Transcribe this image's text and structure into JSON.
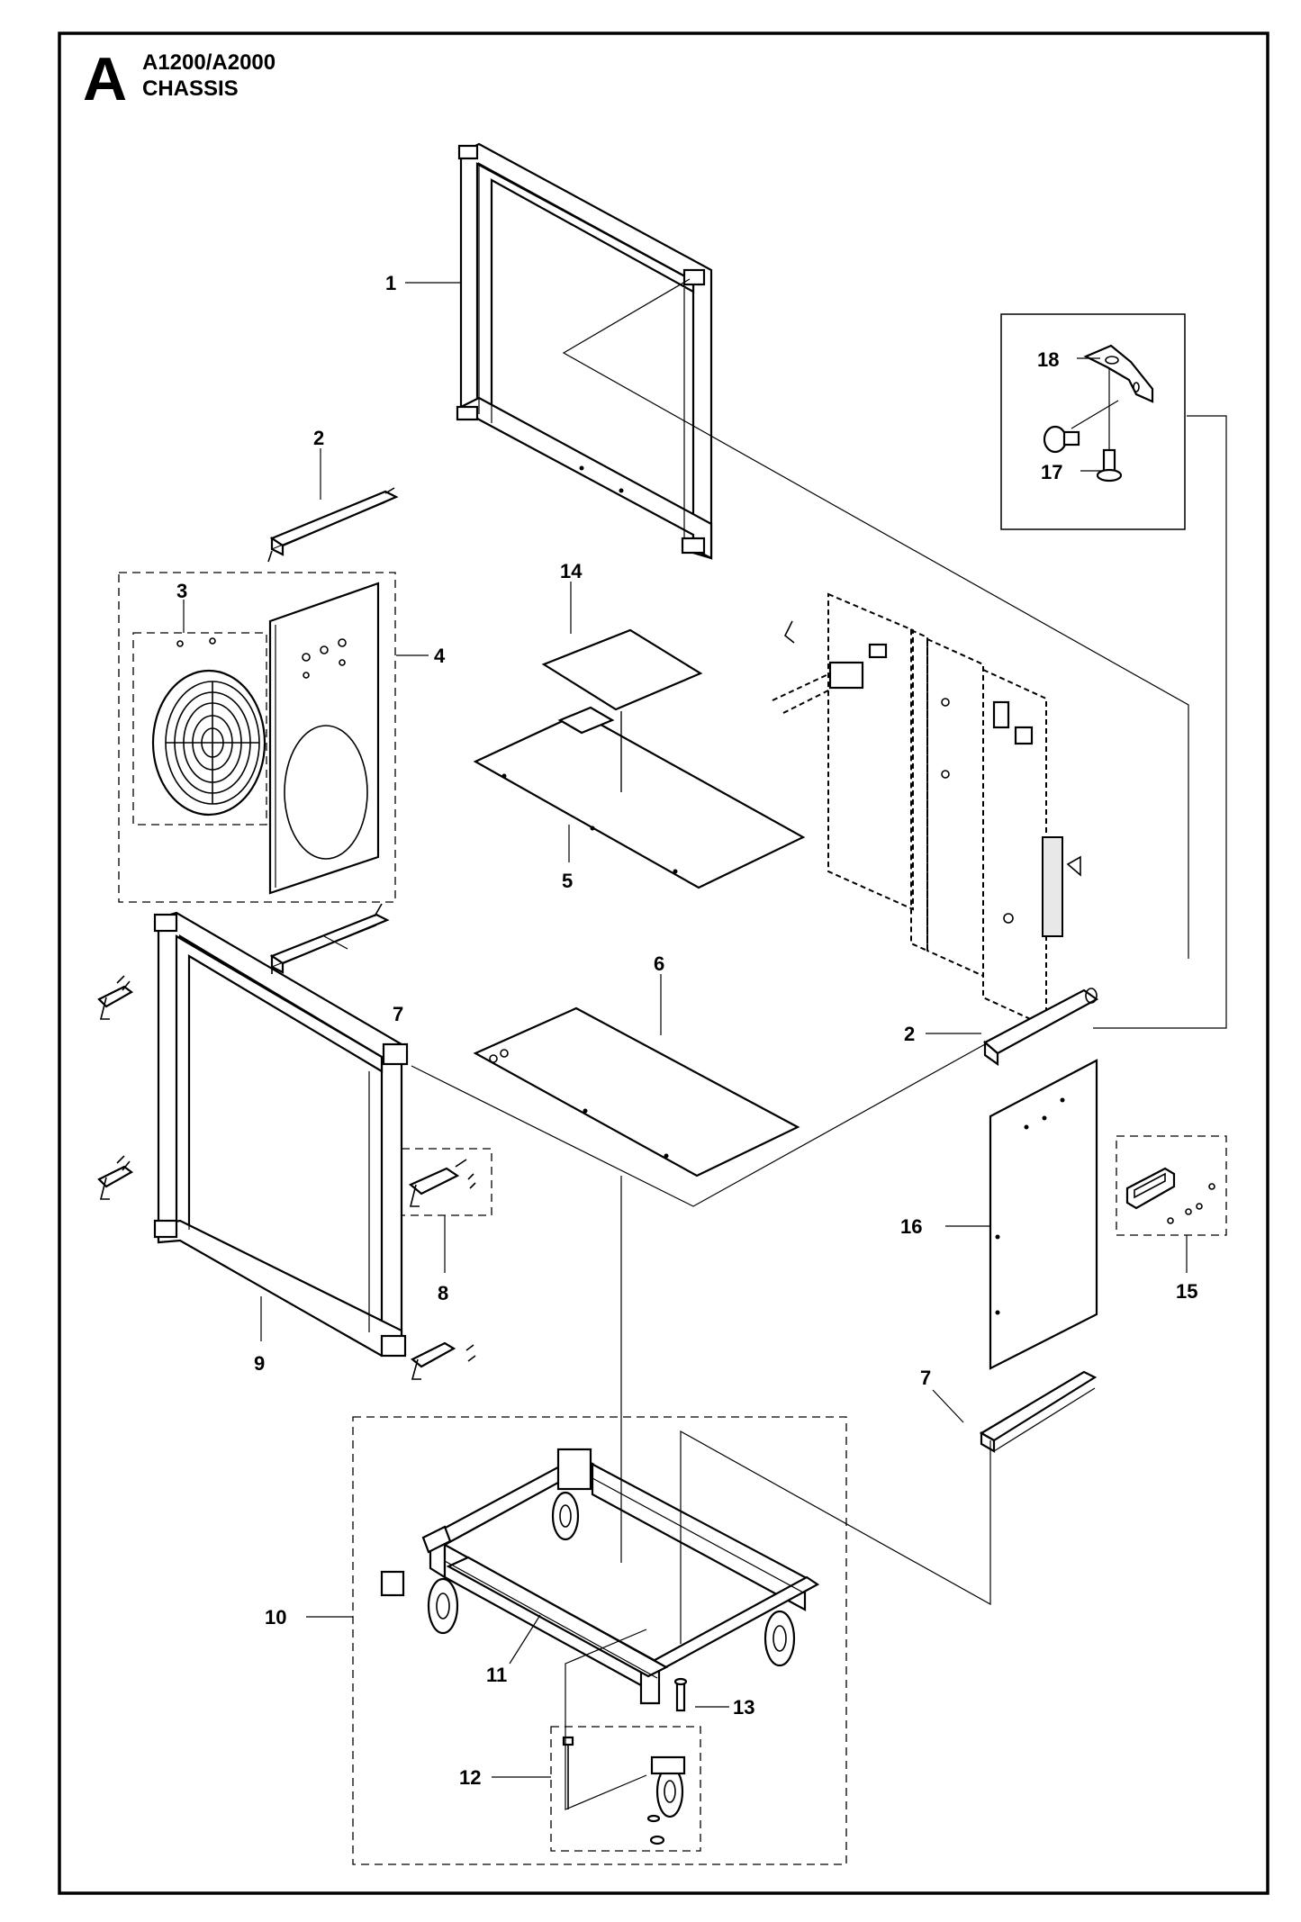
{
  "header": {
    "section_letter": "A",
    "model": "A1200/A2000",
    "title": "CHASSIS"
  },
  "callouts": [
    {
      "id": "1",
      "label": "1"
    },
    {
      "id": "2a",
      "label": "2"
    },
    {
      "id": "2b",
      "label": "2"
    },
    {
      "id": "3",
      "label": "3"
    },
    {
      "id": "4",
      "label": "4"
    },
    {
      "id": "5",
      "label": "5"
    },
    {
      "id": "6",
      "label": "6"
    },
    {
      "id": "7a",
      "label": "7"
    },
    {
      "id": "7b",
      "label": "7"
    },
    {
      "id": "8",
      "label": "8"
    },
    {
      "id": "9",
      "label": "9"
    },
    {
      "id": "10",
      "label": "10"
    },
    {
      "id": "11",
      "label": "11"
    },
    {
      "id": "12",
      "label": "12"
    },
    {
      "id": "13",
      "label": "13"
    },
    {
      "id": "14",
      "label": "14"
    },
    {
      "id": "15",
      "label": "15"
    },
    {
      "id": "16",
      "label": "16"
    },
    {
      "id": "17",
      "label": "17"
    },
    {
      "id": "18",
      "label": "18"
    }
  ]
}
